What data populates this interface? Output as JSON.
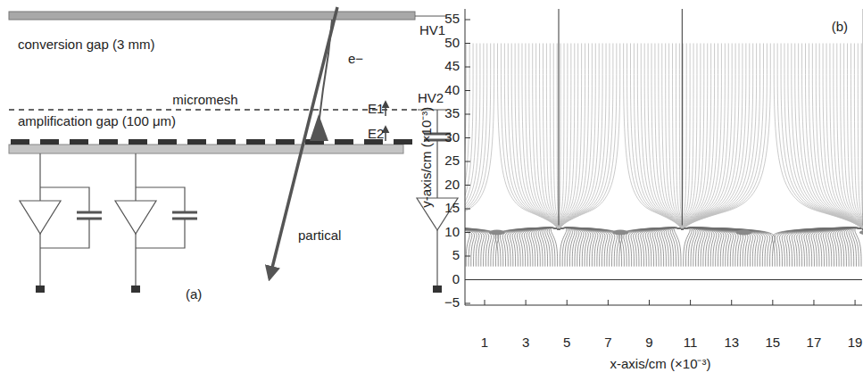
{
  "diagram": {
    "labels": [
      "conversion gap (3 mm)",
      "HV1",
      "e−",
      "micromesh",
      "E1",
      "HV2",
      "amplification gap (100 μm)",
      "E2",
      "partical",
      "(a)",
      "55",
      "50",
      "45",
      "40",
      "35",
      "30",
      "25",
      "20",
      "15",
      "10",
      "5",
      "0",
      "−5",
      "1",
      "3",
      "5",
      "7",
      "9",
      "11",
      "13",
      "15",
      "17",
      "19",
      "y-axis/cm  (×10⁻³)",
      "x-axis/cm  (×10⁻³)",
      "(b)"
    ]
  }
}
